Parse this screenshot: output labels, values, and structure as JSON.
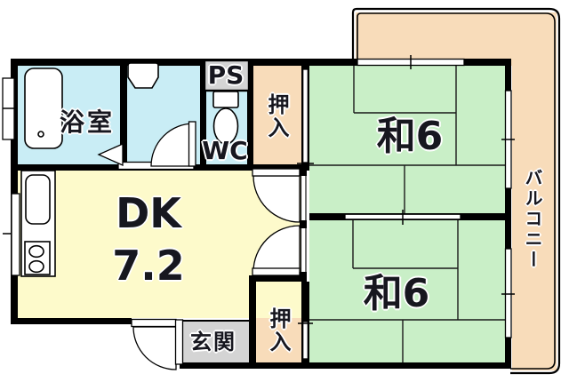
{
  "colors": {
    "wall": "#000000",
    "tatami_green": "#c9efc7",
    "wet_cyan": "#c9edf5",
    "dk_yellow": "#fdfacb",
    "balcony_peach": "#f8dcba",
    "entry_gray": "#d4d4d4",
    "text": "#17171f"
  },
  "rooms": {
    "bathroom": {
      "label": "浴室"
    },
    "toilet": {
      "label": "WC"
    },
    "pipe_space": {
      "label": "PS"
    },
    "closet_upper": {
      "label": "押入"
    },
    "closet_lower": {
      "label": "押入"
    },
    "dining_kitchen": {
      "label": "DK",
      "size": "7.2"
    },
    "japanese_room_upper": {
      "label": "和6"
    },
    "japanese_room_lower": {
      "label": "和6"
    },
    "entrance": {
      "label": "玄関"
    },
    "balcony": {
      "label": "バルコニー"
    }
  }
}
